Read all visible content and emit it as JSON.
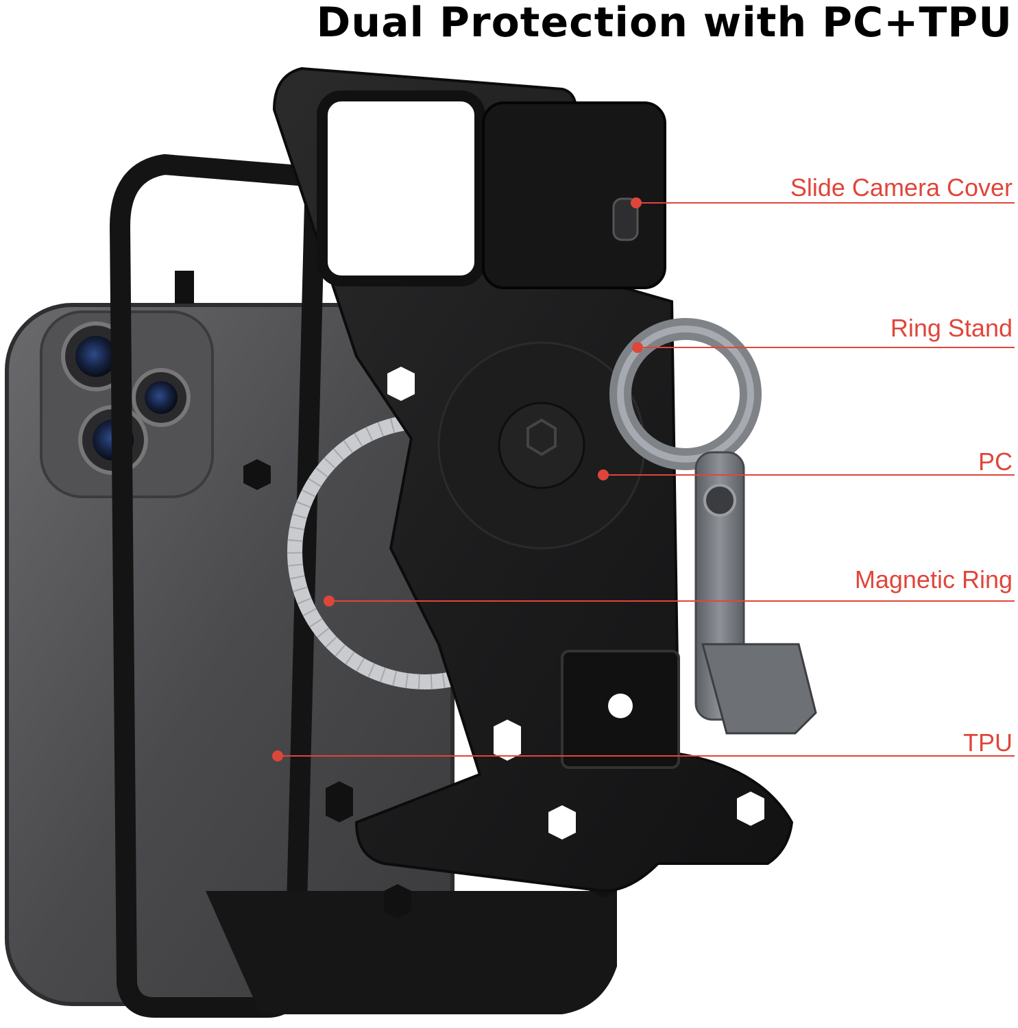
{
  "headline": "Dual Protection with PC+TPU",
  "callouts": {
    "slide_camera_cover": "Slide Camera Cover",
    "ring_stand": "Ring Stand",
    "pc": "PC",
    "magnetic_ring": "Magnetic Ring",
    "tpu": "TPU"
  },
  "colors": {
    "callout": "#e0453a",
    "headline": "#000000",
    "case_black": "#1a1a1a",
    "phone_gray": "#5a5a5c",
    "ring_silver": "#c9cbcf"
  }
}
